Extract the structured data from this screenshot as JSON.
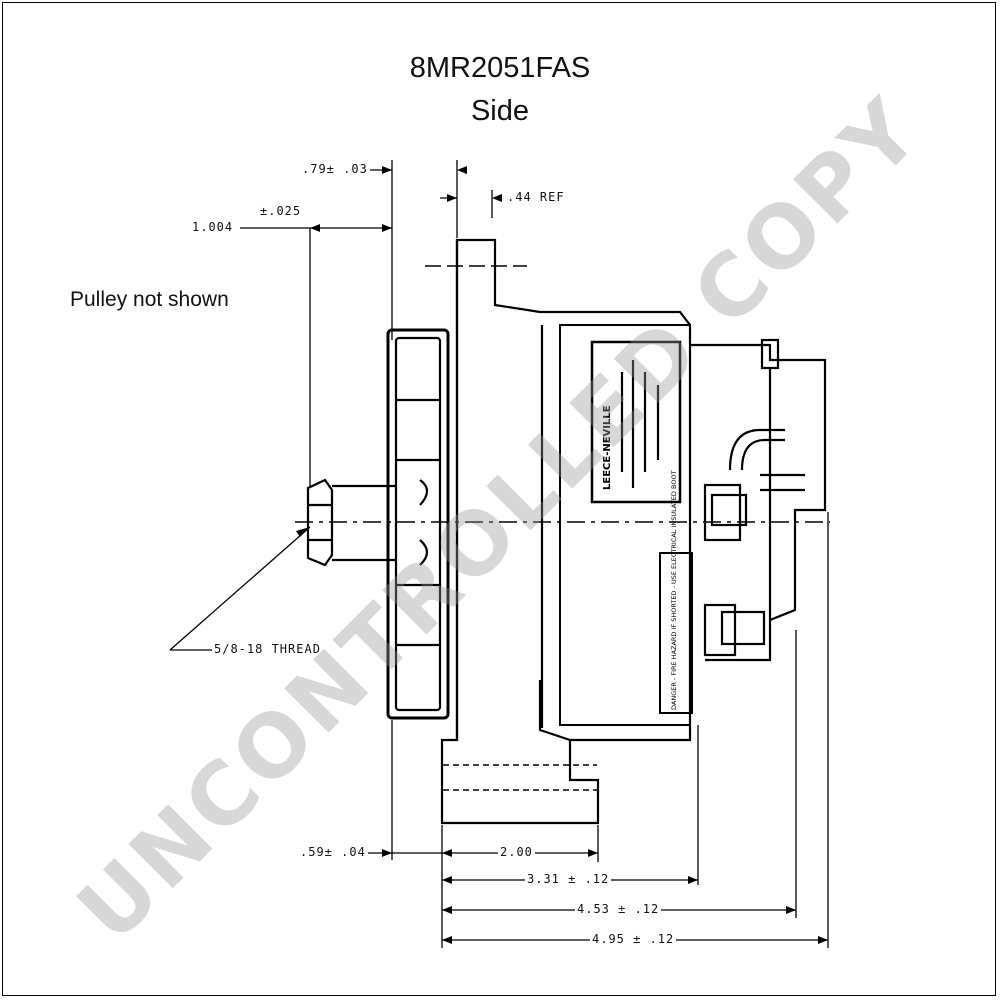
{
  "title": {
    "model": "8MR2051FAS",
    "view": "Side"
  },
  "note": "Pulley not shown",
  "dimensions": {
    "top_offset": ".79± .03",
    "ref": ".44 REF",
    "pulley_tol": "±.025",
    "pulley_dist": "1.004",
    "thread": "5/8-18 THREAD",
    "mount_thickness": ".59± .04",
    "d_200": "2.00",
    "d_331": "3.31 ± .12",
    "d_453": "4.53 ± .12",
    "d_495": "4.95 ± .12"
  },
  "label_plate": {
    "brand": "LEECE-NEVILLE"
  },
  "danger_label": {
    "text": "DANGER - FIRE HAZARD IF SHORTED - USE ELECTRICAL INSULATED BOOT"
  },
  "watermark": "UNCONTROLLED COPY"
}
